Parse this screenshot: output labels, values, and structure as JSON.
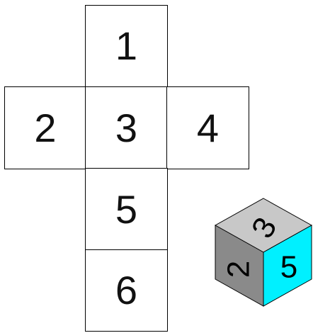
{
  "net": {
    "faces": [
      {
        "id": "1",
        "label": "1"
      },
      {
        "id": "2",
        "label": "2"
      },
      {
        "id": "3",
        "label": "3"
      },
      {
        "id": "4",
        "label": "4"
      },
      {
        "id": "5",
        "label": "5"
      },
      {
        "id": "6",
        "label": "6"
      }
    ]
  },
  "cube": {
    "top_label": "3",
    "left_label": "2",
    "right_label": "5",
    "colors": {
      "top": "#c8c8c8",
      "left": "#8a8a8a",
      "right": "#00f0ff",
      "edge": "#000000"
    }
  }
}
